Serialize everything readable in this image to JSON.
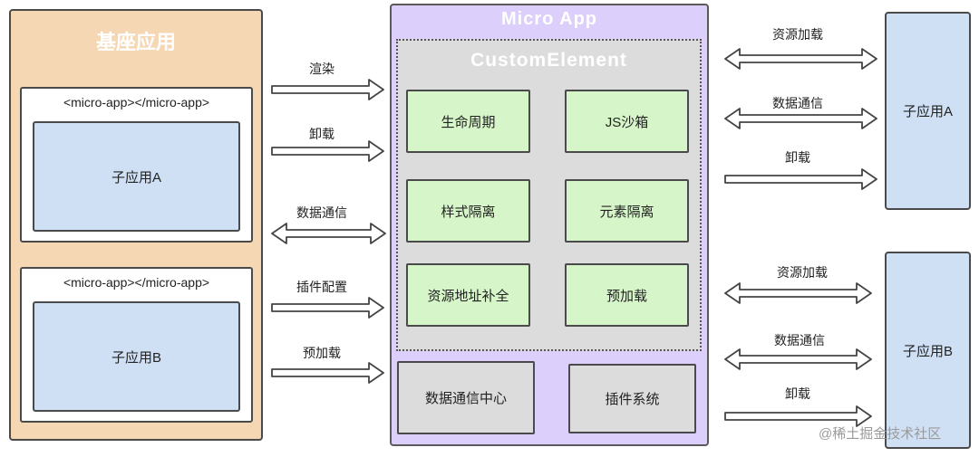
{
  "host": {
    "title": "基座应用",
    "slot_a": {
      "tag": "<micro-app></micro-app>",
      "app": "子应用A"
    },
    "slot_b": {
      "tag": "<micro-app></micro-app>",
      "app": "子应用B"
    }
  },
  "micro_app": {
    "title": "Micro App",
    "custom_element": {
      "title": "CustomElement",
      "features": [
        "生命周期",
        "JS沙箱",
        "样式隔离",
        "元素隔离",
        "资源地址补全",
        "预加载"
      ]
    },
    "bottom": [
      "数据通信中心",
      "插件系统"
    ]
  },
  "left_arrows": [
    "渲染",
    "卸载",
    "数据通信",
    "插件配置",
    "预加载"
  ],
  "right_a": {
    "app": "子应用A",
    "arrows": [
      "资源加载",
      "数据通信",
      "卸载"
    ]
  },
  "right_b": {
    "app": "子应用B",
    "arrows": [
      "资源加载",
      "数据通信",
      "卸载"
    ]
  },
  "watermark": "@稀土掘金技术社区",
  "colors": {
    "host_bg": "#f6d7b4",
    "subapp_bg": "#cfe0f5",
    "microapp_bg": "#dccffb",
    "customelement_bg": "#dcdcdc",
    "feature_bg": "#d6f5c8"
  }
}
